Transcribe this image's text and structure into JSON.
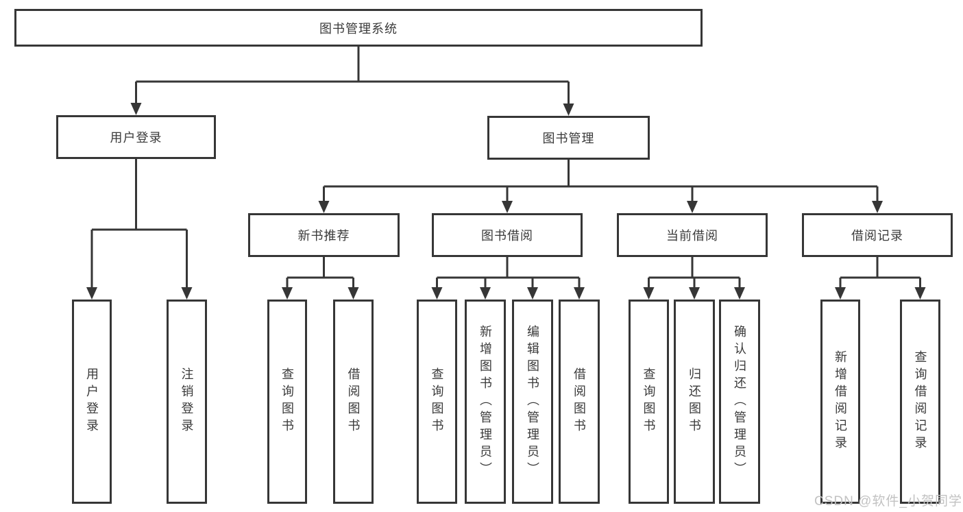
{
  "diagram": {
    "root": "图书管理系统",
    "branches": [
      {
        "label": "用户登录",
        "children": [
          "用户登录",
          "注销登录"
        ]
      },
      {
        "label": "图书管理",
        "groups": [
          {
            "label": "新书推荐",
            "children": [
              "查询图书",
              "借阅图书"
            ]
          },
          {
            "label": "图书借阅",
            "children": [
              "查询图书",
              "新增图书（管理员）",
              "编辑图书（管理员）",
              "借阅图书"
            ]
          },
          {
            "label": "当前借阅",
            "children": [
              "查询图书",
              "归还图书",
              "确认归还（管理员）"
            ]
          },
          {
            "label": "借阅记录",
            "children": [
              "新增借阅记录",
              "查询借阅记录"
            ]
          }
        ]
      }
    ]
  },
  "watermark": "CSDN @软件_小贺同学",
  "colors": {
    "line": "#363636",
    "text": "#3a3a3a",
    "watermark": "#c2c2c2",
    "background": "#ffffff"
  }
}
